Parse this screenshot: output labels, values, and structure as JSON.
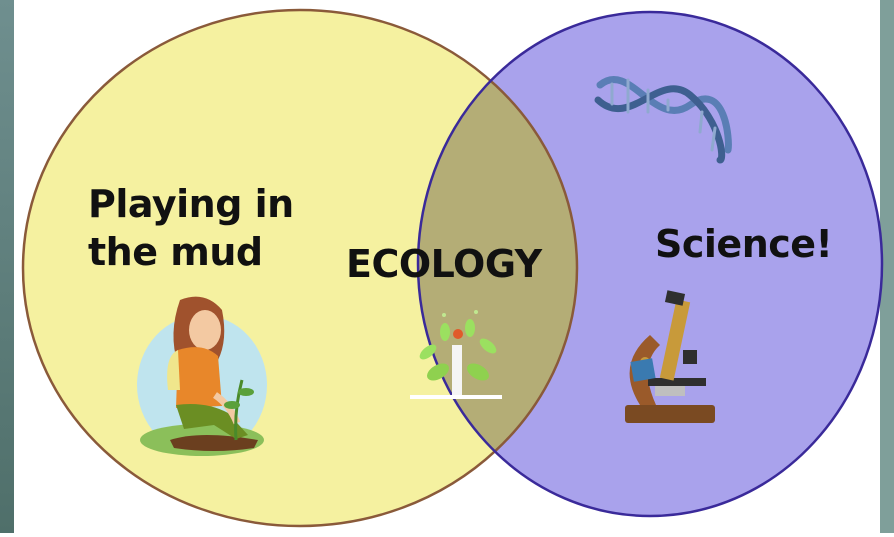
{
  "diagram": {
    "type": "venn",
    "left_circle": {
      "line1": "Playing in",
      "line2": "the mud",
      "fill": "#f5f1a0",
      "icon": "gardening-girl-icon"
    },
    "right_circle": {
      "label": "Science!",
      "fill": "#a9a2ec",
      "icons": [
        "dna-helix-icon",
        "microscope-icon"
      ]
    },
    "overlap": {
      "label": "ECOLOGY",
      "fill": "#b4ad76",
      "icon": "sprouting-plant-icon"
    },
    "outline_colors": {
      "left": "#8a5a3a",
      "right": "#3a2a9a"
    }
  }
}
